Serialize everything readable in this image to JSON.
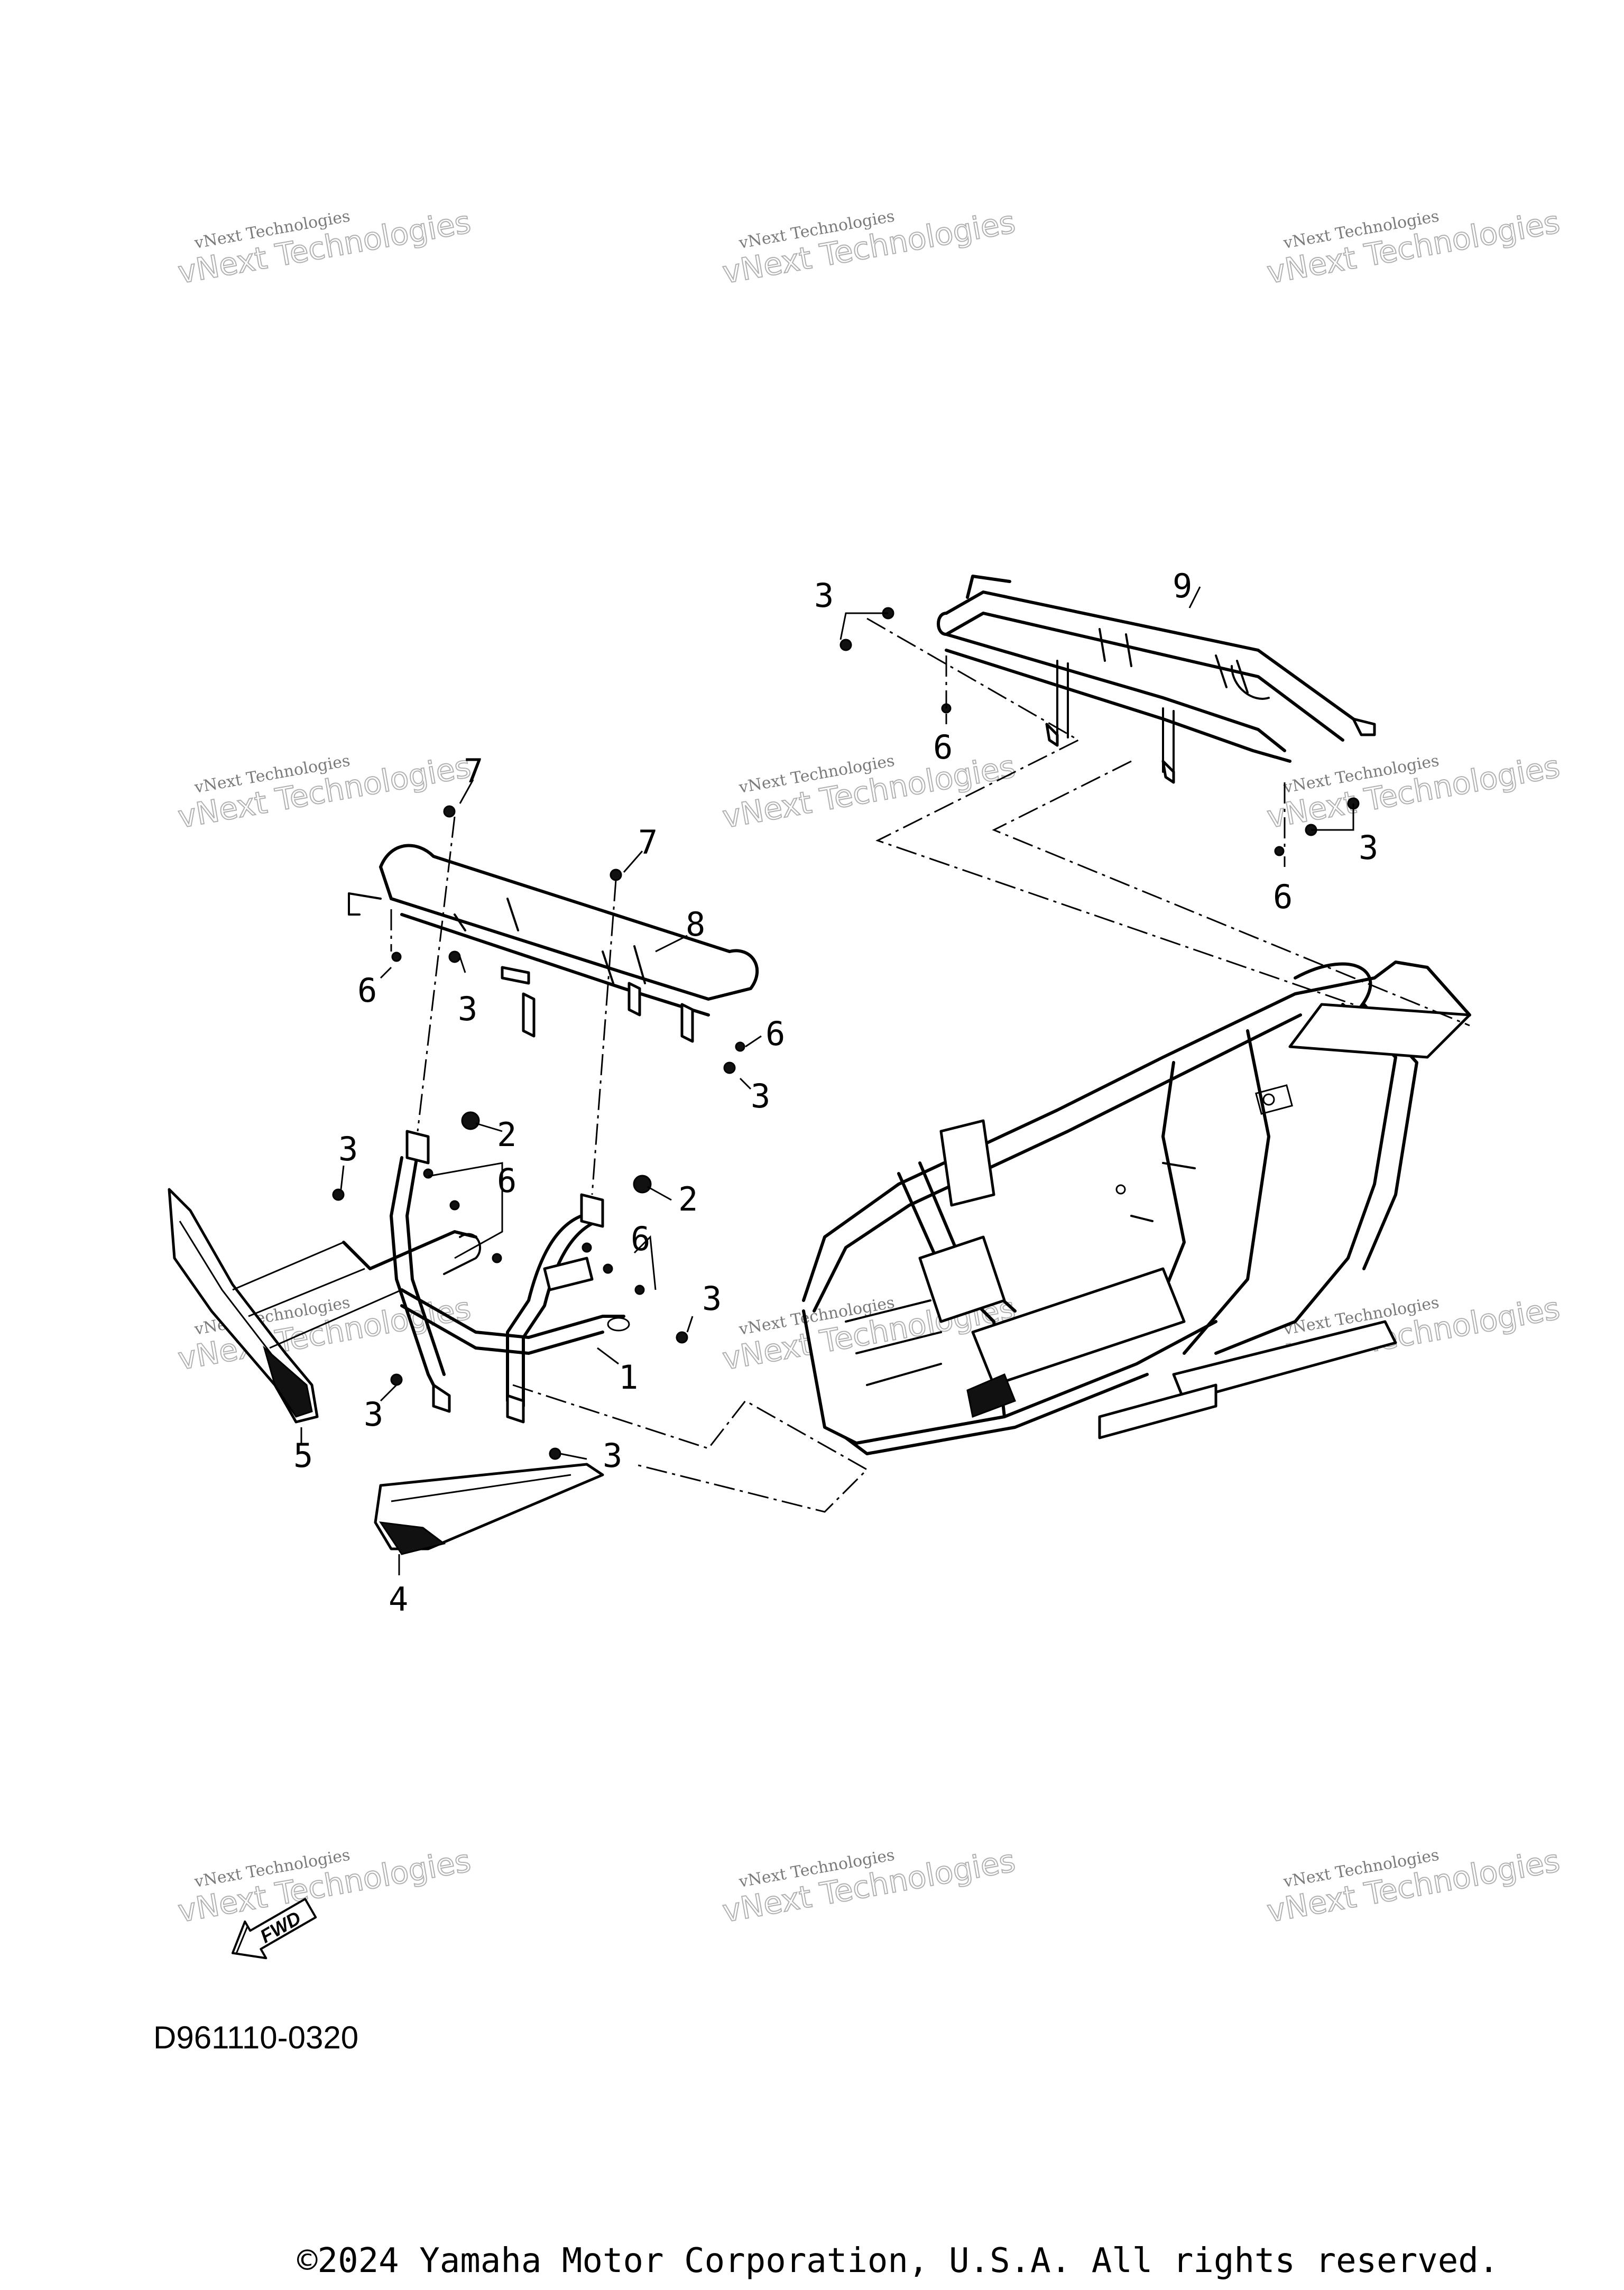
{
  "diagram": {
    "code": "D961110-0320",
    "copyright": "©2024 Yamaha Motor Corporation, U.S.A. All rights reserved.",
    "fwd_label": "FWD",
    "watermark": {
      "line1": "vNext Technologies",
      "line2": "vNext Technologies"
    },
    "callouts": [
      "1",
      "2",
      "2",
      "3",
      "3",
      "3",
      "3",
      "3",
      "3",
      "3",
      "3",
      "4",
      "5",
      "6",
      "6",
      "6",
      "6",
      "6",
      "6",
      "7",
      "7",
      "8",
      "9"
    ]
  }
}
